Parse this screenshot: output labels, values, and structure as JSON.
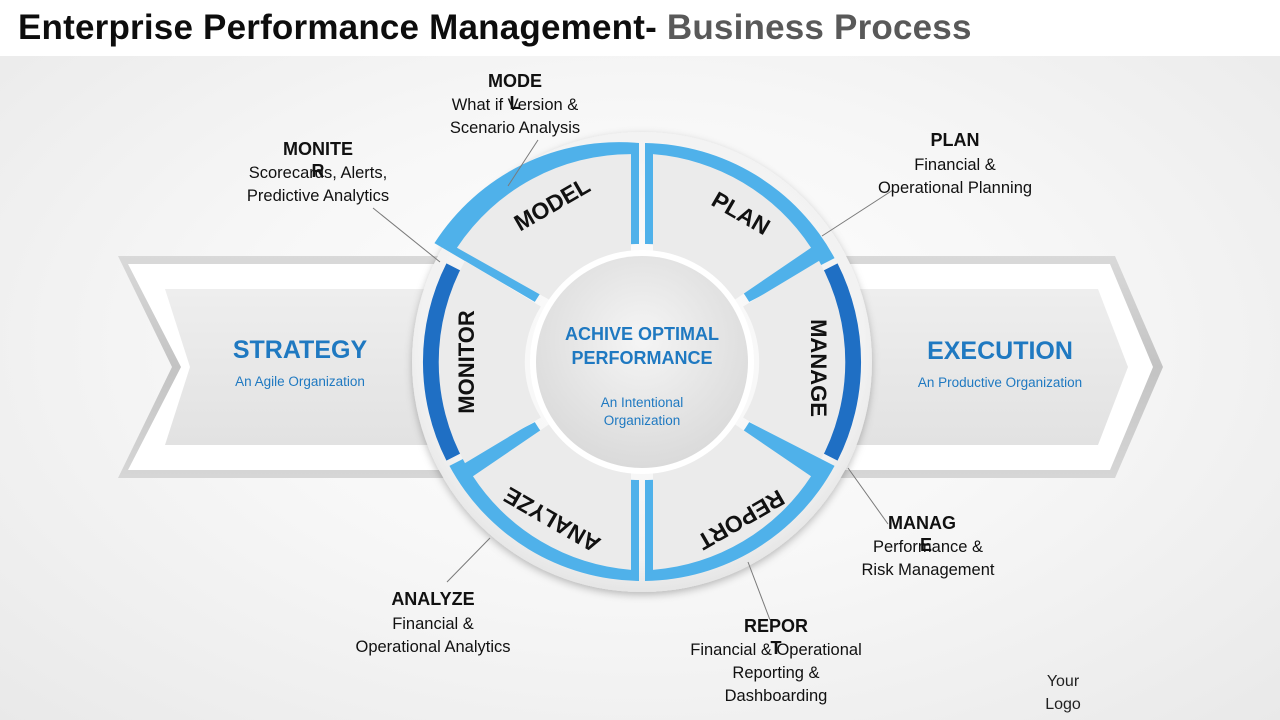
{
  "title": {
    "main": "Enterprise Performance Management-",
    "sub": "Business Process"
  },
  "left_arrow": {
    "title": "STRATEGY",
    "subtitle": "An Agile Organization"
  },
  "right_arrow": {
    "title": "EXECUTION",
    "subtitle": "An Productive Organization"
  },
  "center": {
    "title_line1": "ACHIVE OPTIMAL",
    "title_line2": "PERFORMANCE",
    "sub_line1": "An Intentional",
    "sub_line2": "Organization"
  },
  "segments": {
    "model": "MODEL",
    "plan": "PLAN",
    "manage": "MANAGE",
    "report": "REPORT",
    "analyze": "ANALYZE",
    "monitor": "MONITOR"
  },
  "callouts": {
    "model": {
      "head_l1": "MODE",
      "head_l2": "L",
      "desc_l1": "What if Version &",
      "desc_l2": "Scenario Analysis"
    },
    "monitor": {
      "head_l1": "MONITE",
      "head_l2": "R",
      "desc_l1": "Scorecards, Alerts,",
      "desc_l2": "Predictive Analytics"
    },
    "plan": {
      "head": "PLAN",
      "desc_l1": "Financial &",
      "desc_l2": "Operational Planning"
    },
    "manage": {
      "head_l1": "MANAG",
      "head_l2": "E",
      "desc_l1": "Performance &",
      "desc_l2": "Risk Management"
    },
    "analyze": {
      "head": "ANALYZE",
      "desc_l1": "Financial &",
      "desc_l2": "Operational Analytics"
    },
    "report": {
      "head_l1": "REPOR",
      "head_l2": "T",
      "desc_l1": "Financial & Operational",
      "desc_l2": "Reporting &",
      "desc_l3": "Dashboarding"
    }
  },
  "logo": {
    "line1": "Your",
    "line2": "Logo"
  },
  "colors": {
    "light_blue": "#4fb1ea",
    "dark_blue": "#1f6fc4",
    "text_blue": "#1f79c1",
    "segment_fill": "#ebebeb"
  }
}
